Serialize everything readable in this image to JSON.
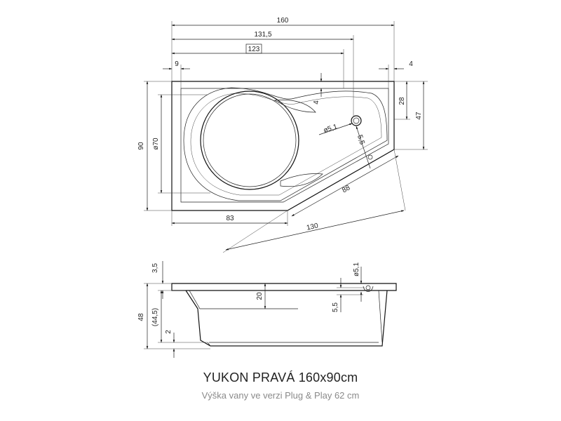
{
  "product": {
    "title": "YUKON PRAVÁ 160x90cm",
    "subtitle": "Výška vany ve verzi Plug & Play 62 cm"
  },
  "top_view": {
    "dims": {
      "overall_length": "160",
      "outer_length": "131,5",
      "inner_length": "123",
      "left_rim": "9",
      "right_rim": "4",
      "overall_width": "90",
      "basin_diameter": "ø70",
      "top_inset": "4",
      "right_depth_small": "28",
      "right_depth_large": "47",
      "drain_diameter": "ø5,1",
      "drain_offset": "5,5",
      "diagonal_inner": "88",
      "diagonal_outer": "130",
      "bottom_length": "83"
    }
  },
  "side_view": {
    "dims": {
      "rim_thickness": "3,5",
      "total_height": "48",
      "inner_height": "(44,5)",
      "foot": "2",
      "depth": "20",
      "overflow_diameter": "ø5,1",
      "overflow_offset": "5,5"
    }
  }
}
